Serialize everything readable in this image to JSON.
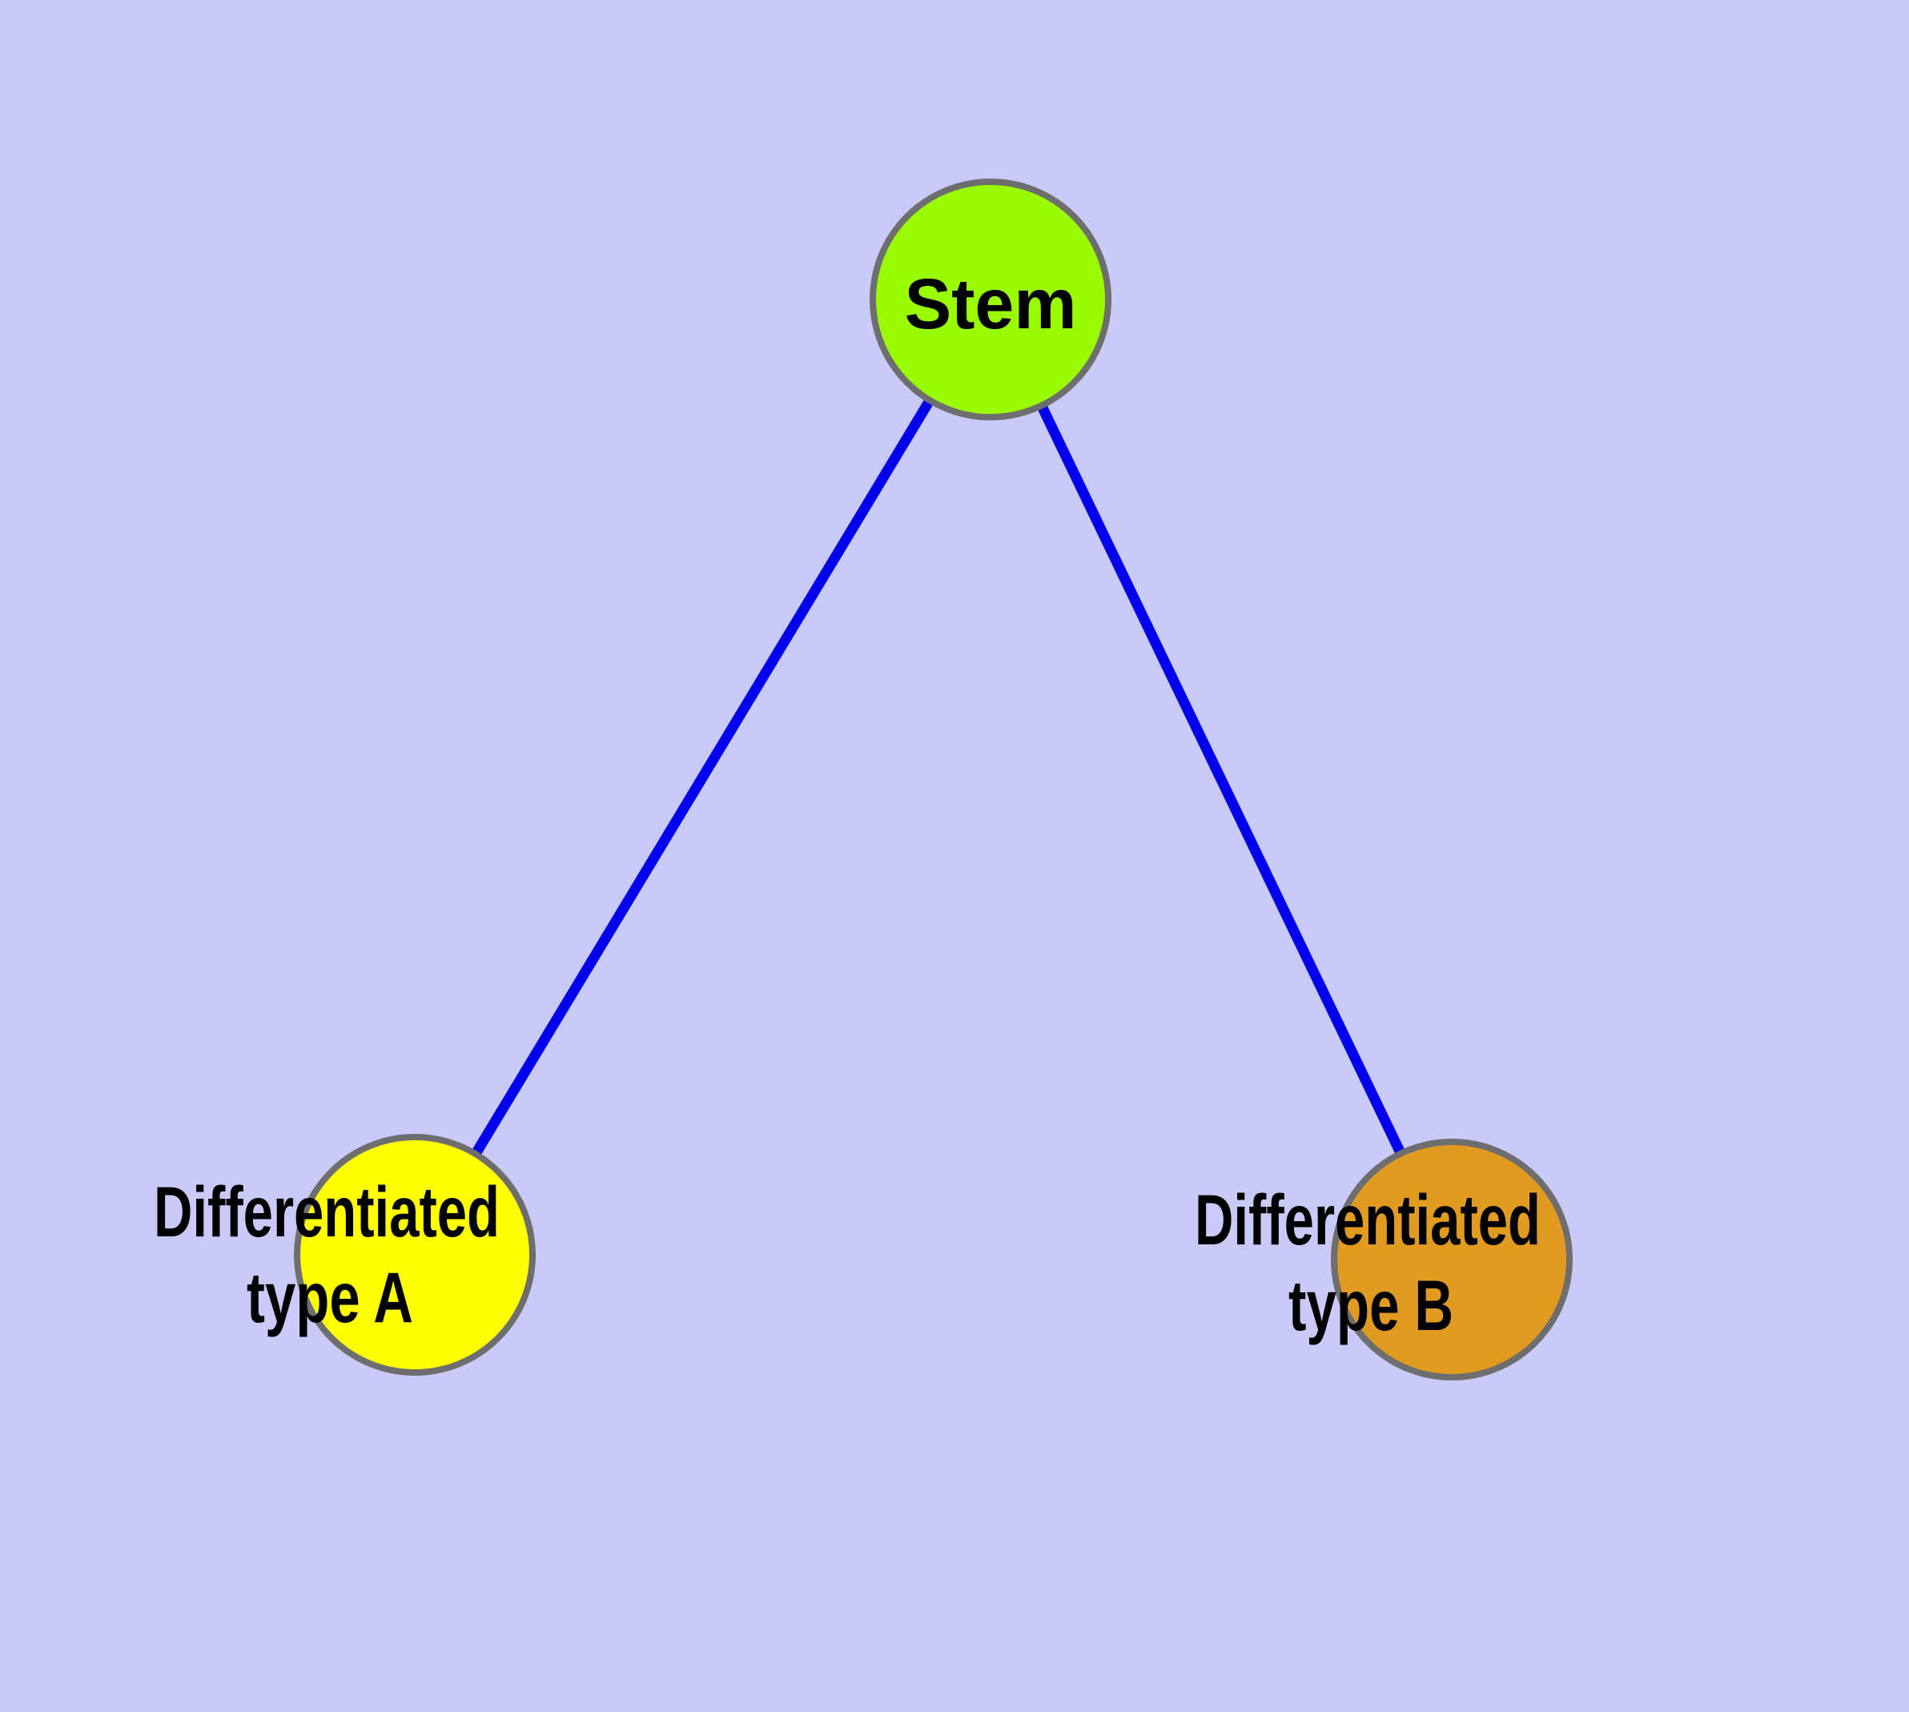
{
  "diagram": {
    "background_color": "#CACAF9",
    "edge_color": "#0000EE",
    "node_border_color": "#6E6E6E",
    "text_color": "#000000",
    "nodes": {
      "stem": {
        "label": "Stem",
        "fill": "#9AFB00"
      },
      "type_a": {
        "label_line1": "Differentiated",
        "label_line2": "type A",
        "fill": "#FFFF00"
      },
      "type_b": {
        "label_line1": "Differentiated",
        "label_line2": "type B",
        "fill": "#E09B20"
      }
    },
    "edges": [
      {
        "from": "Stem",
        "to": "Differentiated type A"
      },
      {
        "from": "Stem",
        "to": "Differentiated type B"
      }
    ]
  }
}
